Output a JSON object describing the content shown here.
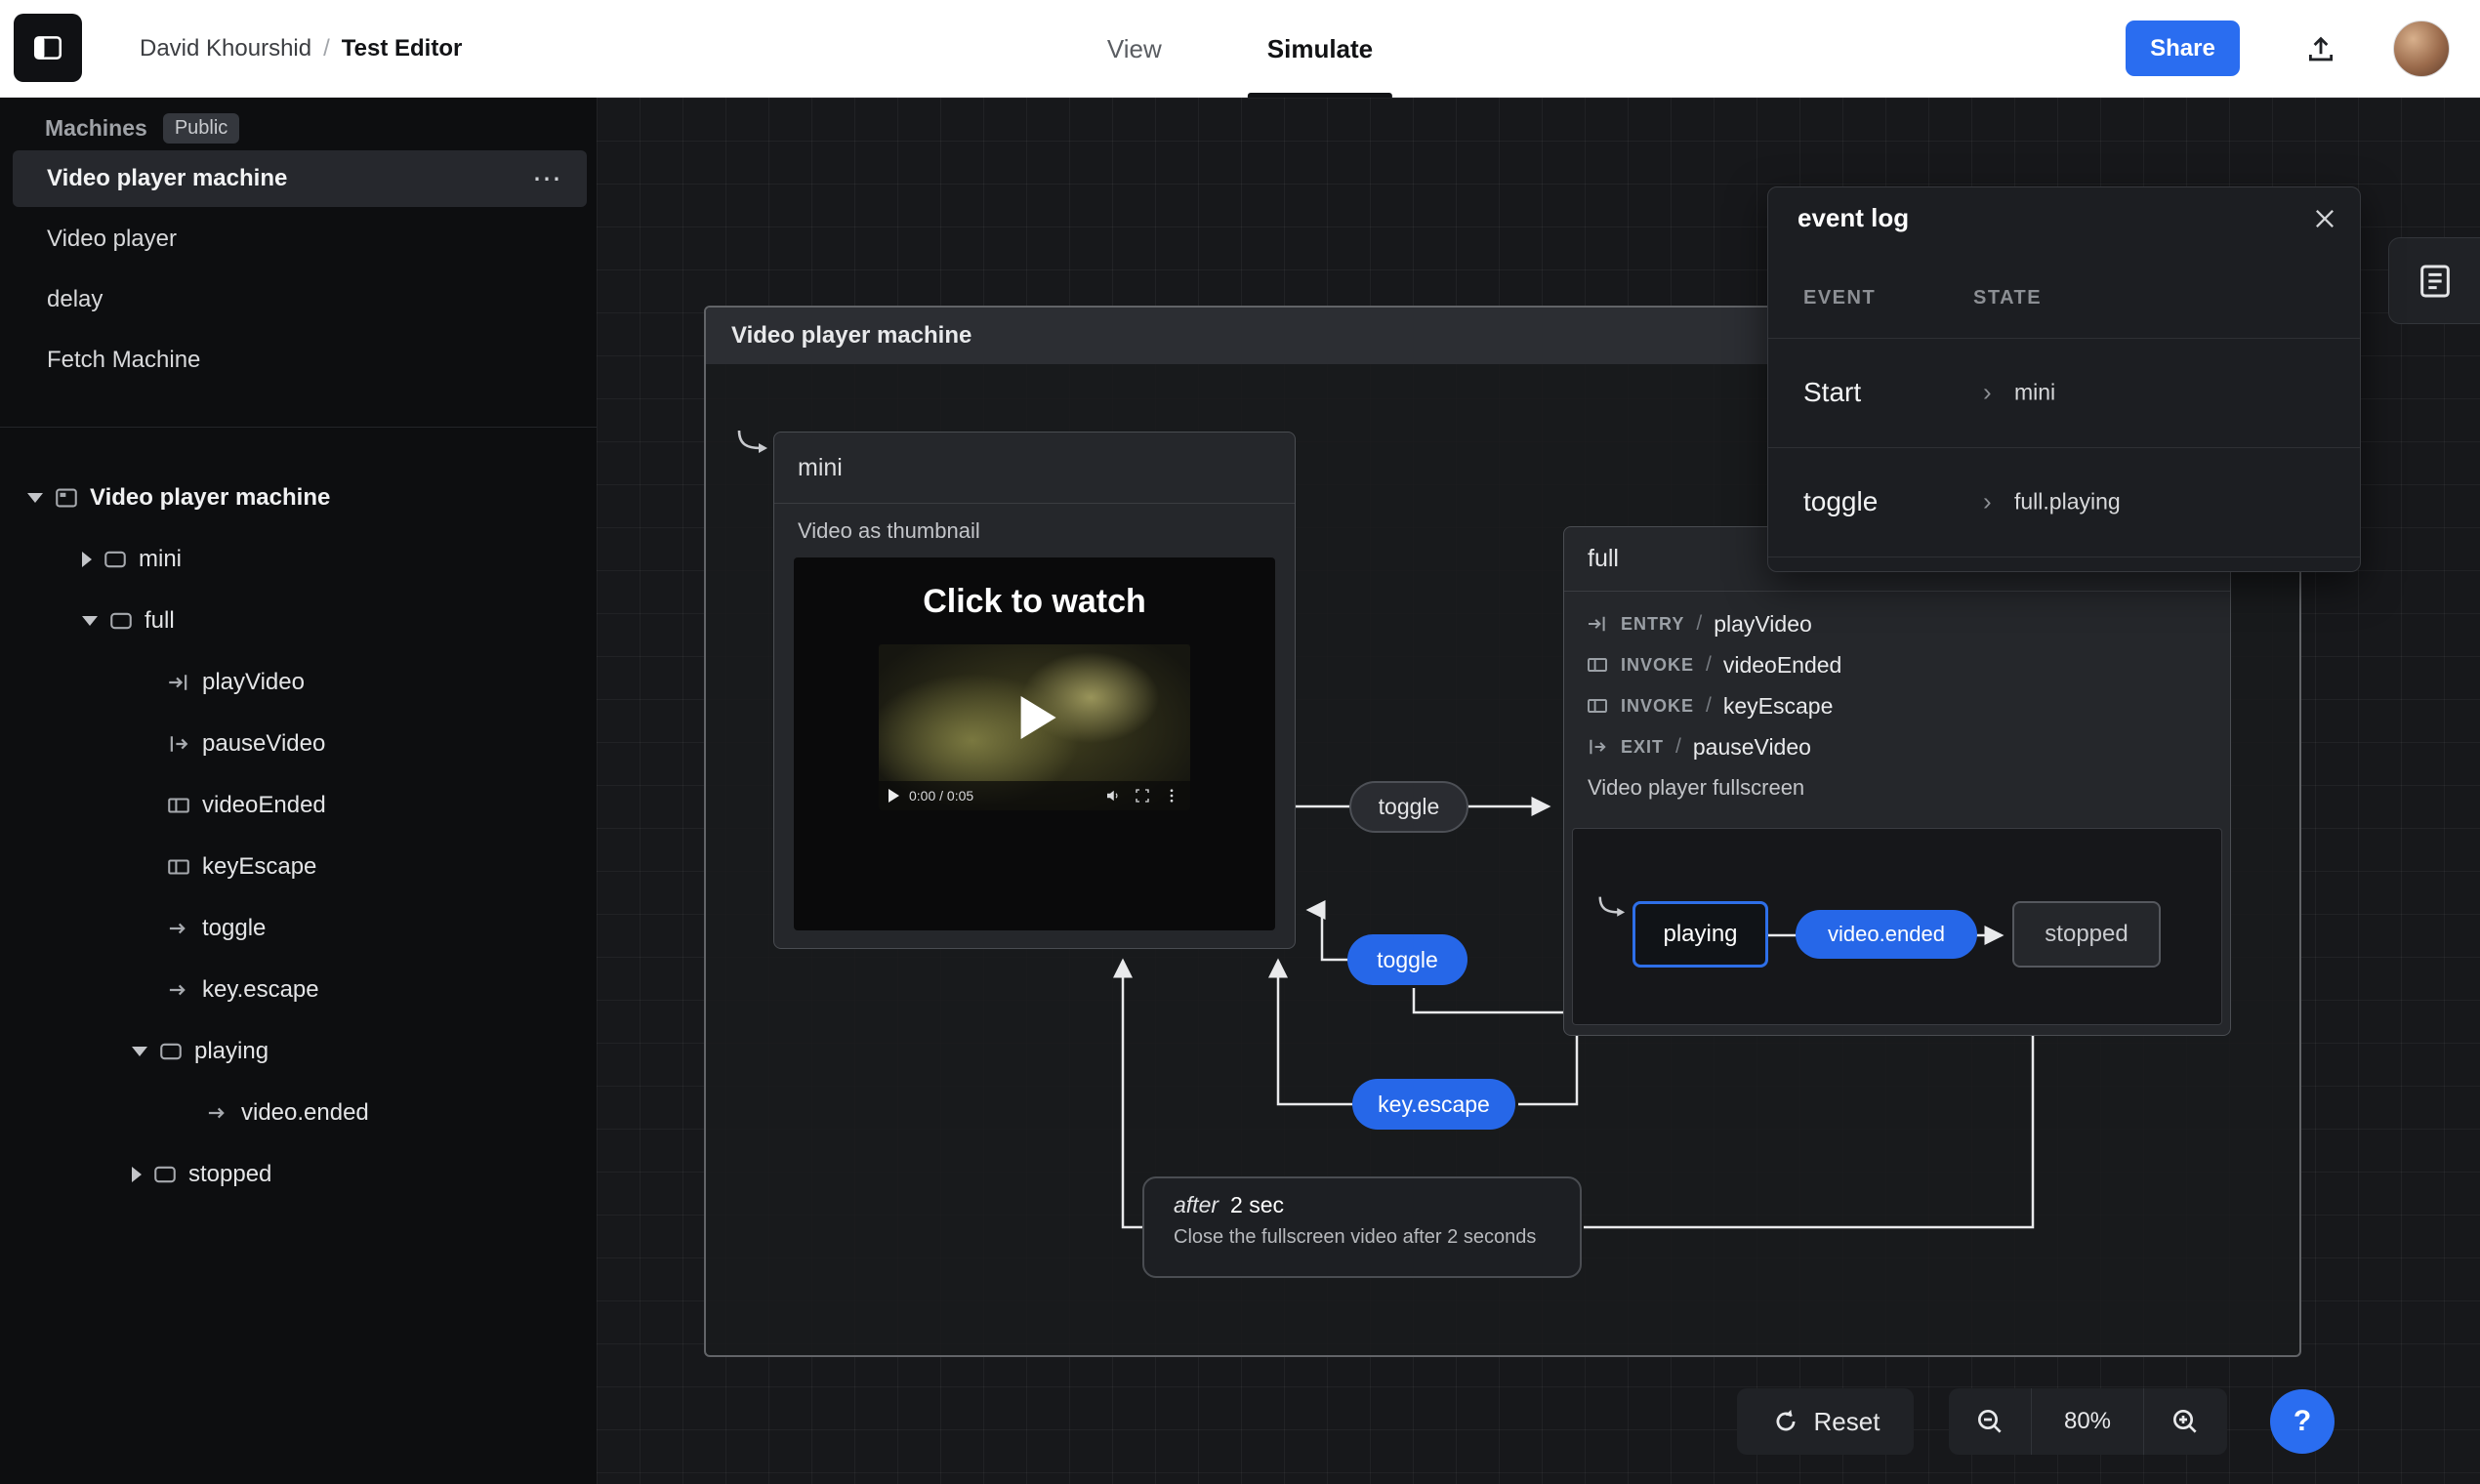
{
  "topbar": {
    "breadcrumb_author": "David Khourshid",
    "breadcrumb_sep": "/",
    "breadcrumb_title": "Test Editor",
    "tab_view": "View",
    "tab_simulate": "Simulate",
    "share": "Share"
  },
  "sidebar": {
    "machines_label": "Machines",
    "public_badge": "Public",
    "menu_icon": "⋯",
    "machines": [
      {
        "label": "Video player machine"
      },
      {
        "label": "Video player"
      },
      {
        "label": "delay"
      },
      {
        "label": "Fetch Machine"
      }
    ],
    "tree": [
      {
        "label": "Video player machine"
      },
      {
        "label": "mini"
      },
      {
        "label": "full"
      },
      {
        "label": "playVideo"
      },
      {
        "label": "pauseVideo"
      },
      {
        "label": "videoEnded"
      },
      {
        "label": "keyEscape"
      },
      {
        "label": "toggle"
      },
      {
        "label": "key.escape"
      },
      {
        "label": "playing"
      },
      {
        "label": "video.ended"
      },
      {
        "label": "stopped"
      }
    ]
  },
  "canvas": {
    "machine_title": "Video player machine",
    "mini": {
      "title": "mini",
      "description": "Video as thumbnail",
      "video_heading": "Click to watch",
      "video_time": "0:00 / 0:05"
    },
    "full": {
      "title": "full",
      "actions": [
        {
          "kind": "ENTRY",
          "sep": "/",
          "name": "playVideo"
        },
        {
          "kind": "INVOKE",
          "sep": "/",
          "name": "videoEnded"
        },
        {
          "kind": "INVOKE",
          "sep": "/",
          "name": "keyEscape"
        },
        {
          "kind": "EXIT",
          "sep": "/",
          "name": "pauseVideo"
        }
      ],
      "description": "Video player fullscreen",
      "playing": "playing",
      "video_ended": "video.ended",
      "stopped": "stopped"
    },
    "transitions": {
      "toggle_top": "toggle",
      "toggle_back": "toggle",
      "key_escape": "key.escape"
    },
    "after": {
      "keyword": "after",
      "delay": "2 sec",
      "description": "Close the fullscreen video after 2 seconds"
    }
  },
  "event_log": {
    "title": "event log",
    "col_event": "EVENT",
    "col_state": "STATE",
    "chevron": "›",
    "rows": [
      {
        "event": "Start",
        "state": "mini"
      },
      {
        "event": "toggle",
        "state": "full.playing"
      }
    ]
  },
  "controls": {
    "reset": "Reset",
    "zoom": "80%",
    "help": "?"
  }
}
